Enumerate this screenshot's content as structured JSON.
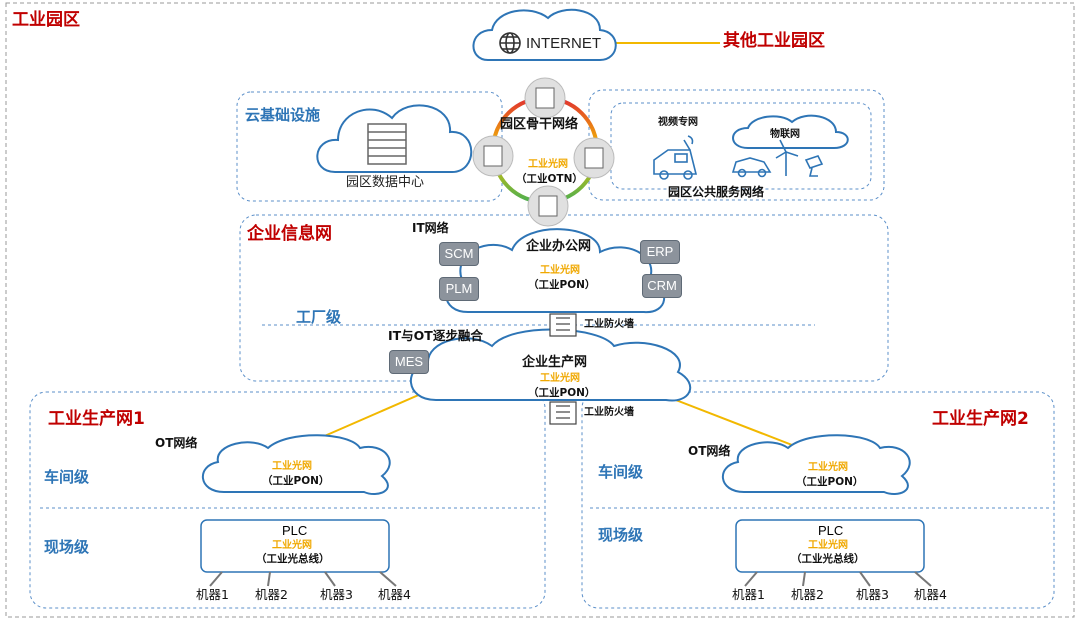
{
  "colors": {
    "accent_red": "#c00000",
    "accent_blue": "#2e75b6",
    "optical_yellow": "#f0a800",
    "cloud_stroke": "#2e75b6",
    "link_yellow": "#f2b800"
  },
  "titles": {
    "park": "工业园区",
    "other_parks": "其他工业园区",
    "internet": "INTERNET",
    "cloud_infra": "云基础设施",
    "data_center": "园区数据中心",
    "backbone": "园区骨干网络",
    "otn_label": "工业光网",
    "otn_sub": "（工业OTN）",
    "public_net": "园区公共服务网络",
    "video_net": "视频专网",
    "iot_net": "物联网",
    "enterprise_info": "企业信息网",
    "it_net": "IT网络",
    "office_net": "企业办公网",
    "factory_level": "工厂级",
    "it_ot": "IT与OT逐步融合",
    "production_net": "企业生产网",
    "firewall": "工业防火墙",
    "prod1": "工业生产网1",
    "prod2": "工业生产网2",
    "ot_net": "OT网络",
    "workshop": "车间级",
    "field": "现场级",
    "optical": "工业光网",
    "pon": "（工业PON）",
    "plc": "PLC",
    "bus": "（工业光总线）"
  },
  "systems": [
    "SCM",
    "PLM",
    "ERP",
    "CRM",
    "MES"
  ],
  "machines": [
    "机器1",
    "机器2",
    "机器3",
    "机器4"
  ],
  "icons": [
    "globe-icon",
    "server-rack-icon",
    "olt-device-icon",
    "firewall-icon",
    "video-van-icon",
    "car-icon",
    "wind-turbine-icon",
    "camera-icon"
  ]
}
